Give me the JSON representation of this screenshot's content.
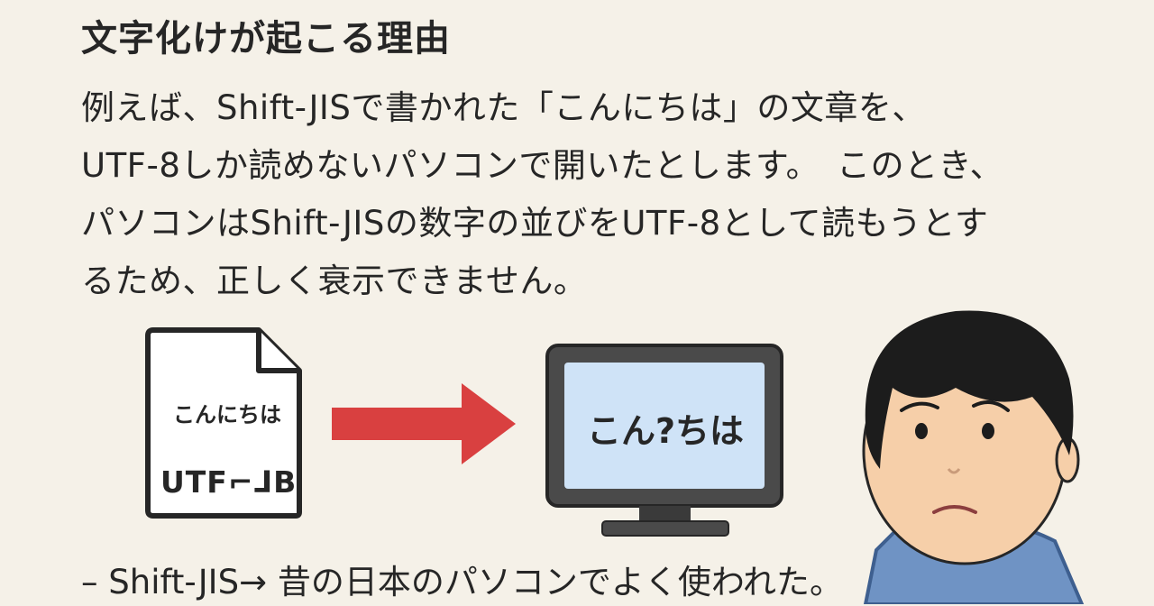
{
  "title": "文字化けが起こる理由",
  "body_lines": [
    "例えば、Shift-JISで書かれた「こんにちは」の文章を、",
    "UTF-8しか読めないパソコンで開いたとします。　このとき、",
    "パソコンはShift-JISの数字の並びをUTF-8として読もうとす",
    "るため、正しく衰示できません。"
  ],
  "document": {
    "text": "こんにちは",
    "encoding_label": "UTF⌐ᒧB"
  },
  "screen": {
    "text": "こん?ちは"
  },
  "footer": "– Shift-JIS→ 昔の日本のパソコンでよく使われた。",
  "colors": {
    "background": "#f5f1e8",
    "arrow": "#d94040",
    "screen": "#cfe3f7",
    "monitor": "#4a4a4a",
    "shirt": "#6f93c4",
    "hair": "#1c1c1c",
    "skin": "#f6cfa9"
  }
}
